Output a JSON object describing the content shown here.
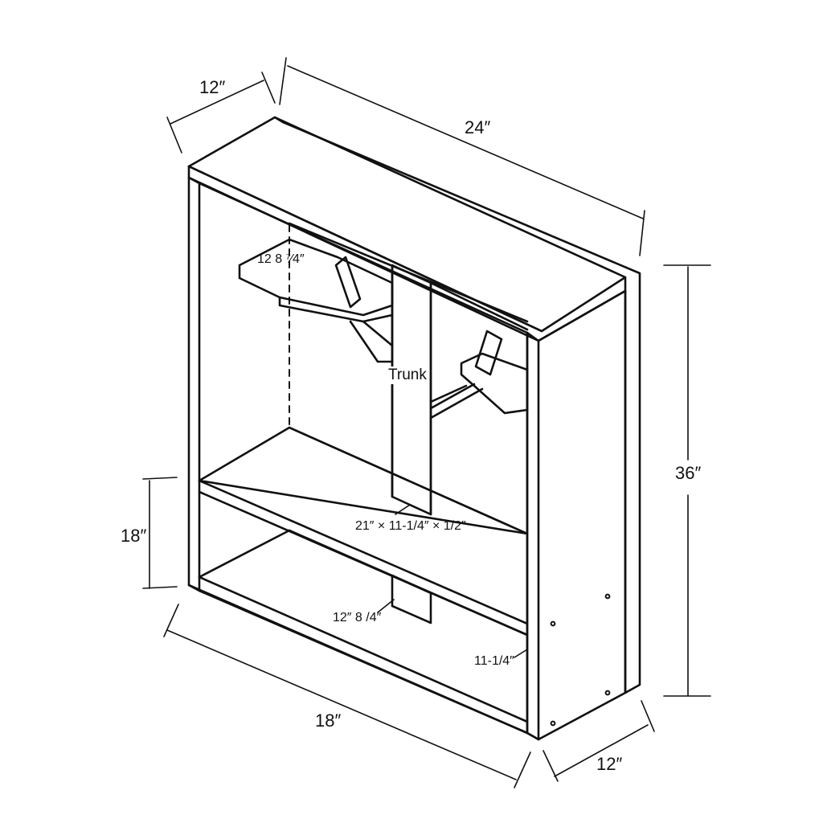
{
  "colors": {
    "ink": "#111111",
    "paper": "#ffffff"
  },
  "dimensions": {
    "top_depth": "12″",
    "top_width": "24″",
    "height": "36″",
    "lower_height": "18″",
    "bottom_width": "18″",
    "bottom_depth": "12″"
  },
  "notes": {
    "branch_left": "12 8 ⁷⁄4″",
    "trunk": "Trunk",
    "shelf": "21″ × 11-1/4″ × 1/2″",
    "lower_trunk": "12″ 8 /4″",
    "inner_depth": "11-1/4″"
  }
}
